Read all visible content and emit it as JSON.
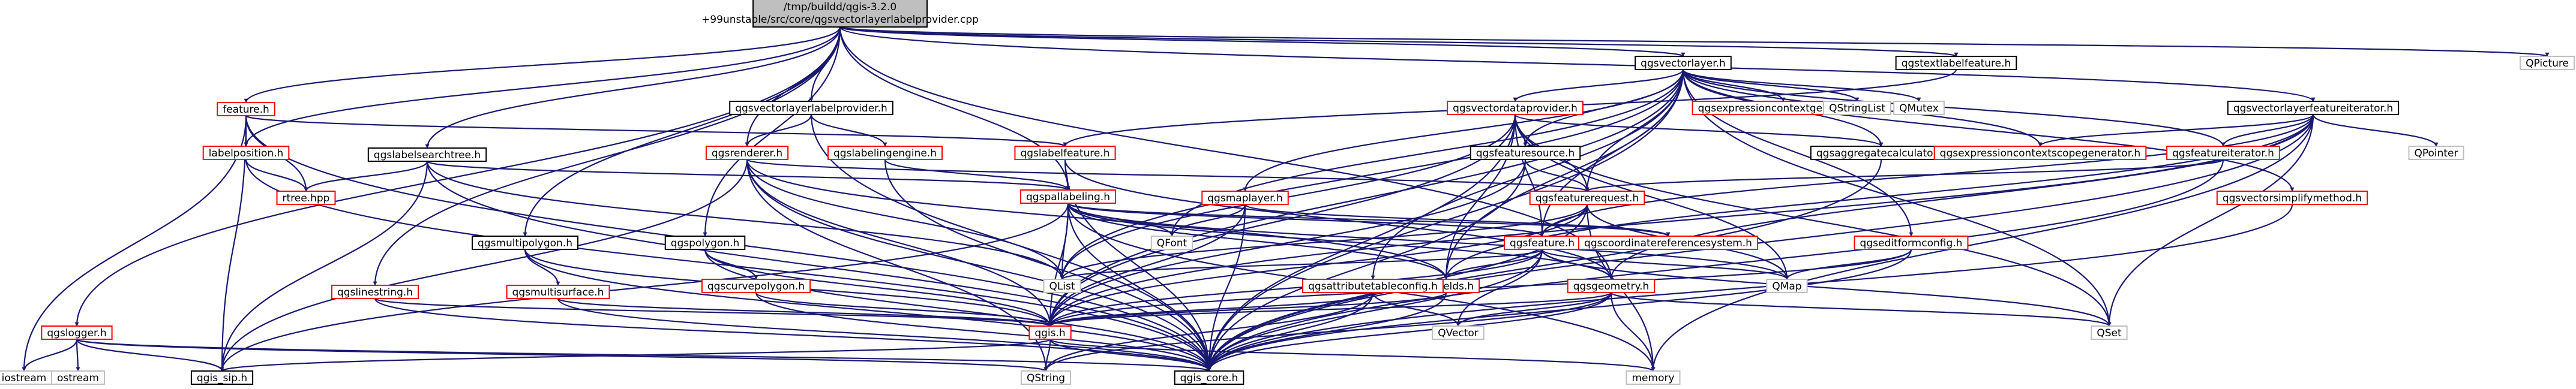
{
  "colors": {
    "edge": "#191970",
    "black_border": "#000000",
    "red_border": "#ff0000",
    "grey_border": "#bfbfbf",
    "root_fill": "#bfbfbf",
    "node_fill": "#ffffff",
    "text_red": "#cc0000",
    "text_black": "#000000"
  },
  "nodes": [
    {
      "id": "root",
      "label": "/tmp/buildd/qgis-3.2.0\n+99unstable/src/core/qgsvectorlayerlabelprovider.cpp",
      "style": "root"
    },
    {
      "id": "feature",
      "label": "feature.h",
      "style": "red"
    },
    {
      "id": "labelposition",
      "label": "labelposition.h",
      "style": "red"
    },
    {
      "id": "rtree",
      "label": "rtree.hpp",
      "style": "red"
    },
    {
      "id": "qgslabelsearchtree",
      "label": "qgslabelsearchtree.h",
      "style": "black"
    },
    {
      "id": "qgsvectorlayerlabelprovider_h",
      "label": "qgsvectorlayerlabelprovider.h",
      "style": "black"
    },
    {
      "id": "qgsrenderer",
      "label": "qgsrenderer.h",
      "style": "red"
    },
    {
      "id": "qgslabelingengine",
      "label": "qgslabelingengine.h",
      "style": "red"
    },
    {
      "id": "qgslabelfeature",
      "label": "qgslabelfeature.h",
      "style": "red"
    },
    {
      "id": "qgspallabeling",
      "label": "qgspallabeling.h",
      "style": "red"
    },
    {
      "id": "qgslogger",
      "label": "qgslogger.h",
      "style": "red"
    },
    {
      "id": "iostream",
      "label": "iostream",
      "style": "grey"
    },
    {
      "id": "ostream",
      "label": "ostream",
      "style": "grey"
    },
    {
      "id": "qgis_sip",
      "label": "qgis_sip.h",
      "style": "black"
    },
    {
      "id": "qgslinestring",
      "label": "qgslinestring.h",
      "style": "red"
    },
    {
      "id": "qgsmultipolygon",
      "label": "qgsmultipolygon.h",
      "style": "black"
    },
    {
      "id": "qgsmultisurface",
      "label": "qgsmultisurface.h",
      "style": "red"
    },
    {
      "id": "qgspolygon",
      "label": "qgspolygon.h",
      "style": "black"
    },
    {
      "id": "qgscurvepolygon",
      "label": "qgscurvepolygon.h",
      "style": "red"
    },
    {
      "id": "qgsmaplayer",
      "label": "qgsmaplayer.h",
      "style": "red"
    },
    {
      "id": "qfont",
      "label": "QFont",
      "style": "grey"
    },
    {
      "id": "qlist",
      "label": "QList",
      "style": "grey"
    },
    {
      "id": "qgsfields",
      "label": "qgsfields.h",
      "style": "red"
    },
    {
      "id": "qgsattributetableconfig",
      "label": "qgsattributetableconfig.h",
      "style": "red"
    },
    {
      "id": "qgis",
      "label": "qgis.h",
      "style": "red"
    },
    {
      "id": "qstring",
      "label": "QString",
      "style": "grey"
    },
    {
      "id": "qgis_core",
      "label": "qgis_core.h",
      "style": "black"
    },
    {
      "id": "memory",
      "label": "memory",
      "style": "grey"
    },
    {
      "id": "qvector",
      "label": "QVector",
      "style": "grey"
    },
    {
      "id": "qgsgeometry",
      "label": "qgsgeometry.h",
      "style": "red"
    },
    {
      "id": "qgsfeature",
      "label": "qgsfeature.h",
      "style": "red"
    },
    {
      "id": "qgsfeaturerequest",
      "label": "qgsfeaturerequest.h",
      "style": "red"
    },
    {
      "id": "qgsfeaturesource",
      "label": "qgsfeaturesource.h",
      "style": "black"
    },
    {
      "id": "qgsvectordataprovider",
      "label": "qgsvectordataprovider.h",
      "style": "red"
    },
    {
      "id": "qgsvectorlayer",
      "label": "qgsvectorlayer.h",
      "style": "black"
    },
    {
      "id": "qgsexpressioncontextgenerator",
      "label": "qgsexpressioncontextgenerator.h",
      "style": "red"
    },
    {
      "id": "qstringlist",
      "label": "QStringList",
      "style": "grey"
    },
    {
      "id": "qmutex",
      "label": "QMutex",
      "style": "grey"
    },
    {
      "id": "qgscoordinatereferencesystem",
      "label": "qgscoordinatereferencesystem.h",
      "style": "red"
    },
    {
      "id": "qmap",
      "label": "QMap",
      "style": "grey"
    },
    {
      "id": "qgseditformconfig",
      "label": "qgseditformconfig.h",
      "style": "red"
    },
    {
      "id": "qset",
      "label": "QSet",
      "style": "grey"
    },
    {
      "id": "qgsaggregatecalculator",
      "label": "qgsaggregatecalculator.h",
      "style": "black"
    },
    {
      "id": "qgsexpressioncontextscopegenerator",
      "label": "qgsexpressioncontextscopegenerator.h",
      "style": "red"
    },
    {
      "id": "qgsfeatureiterator",
      "label": "qgsfeatureiterator.h",
      "style": "red"
    },
    {
      "id": "qgsvectorsimplifymethod",
      "label": "qgsvectorsimplifymethod.h",
      "style": "red"
    },
    {
      "id": "qgstextlabelfeature",
      "label": "qgstextlabelfeature.h",
      "style": "black"
    },
    {
      "id": "qgsvectorlayerfeatureiterator",
      "label": "qgsvectorlayerfeatureiterator.h",
      "style": "black"
    },
    {
      "id": "qpointer",
      "label": "QPointer",
      "style": "grey"
    },
    {
      "id": "qpicture",
      "label": "QPicture",
      "style": "grey"
    }
  ],
  "edges": [
    [
      "root",
      "qgsvectorlayer"
    ],
    [
      "root",
      "qgstextlabelfeature"
    ],
    [
      "root",
      "qgsvectorlayerfeatureiterator"
    ],
    [
      "root",
      "qpicture"
    ],
    [
      "root",
      "feature"
    ],
    [
      "root",
      "labelposition"
    ],
    [
      "root",
      "qgsvectorlayerlabelprovider_h"
    ],
    [
      "root",
      "qgsrenderer"
    ],
    [
      "root",
      "qgspallabeling"
    ],
    [
      "root",
      "qgslabelsearchtree"
    ],
    [
      "root",
      "qgslogger"
    ],
    [
      "root",
      "qgsmultipolygon"
    ],
    [
      "root",
      "qgspolygon"
    ],
    [
      "root",
      "qgslinestring"
    ],
    [
      "root",
      "qgsgeometry"
    ],
    [
      "feature",
      "labelposition"
    ],
    [
      "feature",
      "rtree"
    ],
    [
      "feature",
      "qgslabelfeature"
    ],
    [
      "feature",
      "iostream"
    ],
    [
      "feature",
      "qgis_core"
    ],
    [
      "feature",
      "qgis_sip"
    ],
    [
      "labelposition",
      "rtree"
    ],
    [
      "labelposition",
      "qgis_core"
    ],
    [
      "qgslabelsearchtree",
      "rtree"
    ],
    [
      "qgslabelsearchtree",
      "qgis_sip"
    ],
    [
      "qgslabelsearchtree",
      "qgis_core"
    ],
    [
      "qgslabelsearchtree",
      "qlist"
    ],
    [
      "qgslabelsearchtree",
      "qgspallabeling"
    ],
    [
      "qgsvectorlayerlabelprovider_h",
      "qgsrenderer"
    ],
    [
      "qgsvectorlayerlabelprovider_h",
      "qgslabelingengine"
    ],
    [
      "qgsvectorlayerlabelprovider_h",
      "qgis_core"
    ],
    [
      "qgsrenderer",
      "qgis_sip"
    ],
    [
      "qgsrenderer",
      "qgis_core"
    ],
    [
      "qgsrenderer",
      "qgis"
    ],
    [
      "qgsrenderer",
      "qgsfields"
    ],
    [
      "qgsrenderer",
      "qgsfeaturerequest"
    ],
    [
      "qgsrenderer",
      "qlist"
    ],
    [
      "qgsrenderer",
      "qstring"
    ],
    [
      "qgslabelingengine",
      "qgspallabeling"
    ],
    [
      "qgslabelingengine",
      "qgis_core"
    ],
    [
      "qgslabelfeature",
      "qgspallabeling"
    ],
    [
      "qgslabelfeature",
      "qgis_core"
    ],
    [
      "qgslabelfeature",
      "qgsgeometry"
    ],
    [
      "qgspallabeling",
      "qgis_sip"
    ],
    [
      "qgspallabeling",
      "qfont"
    ],
    [
      "qgspallabeling",
      "qlist"
    ],
    [
      "qgspallabeling",
      "qgsfields"
    ],
    [
      "qgspallabeling",
      "qgis"
    ],
    [
      "qgspallabeling",
      "qgis_core"
    ],
    [
      "qgspallabeling",
      "qgsfeature"
    ],
    [
      "qgspallabeling",
      "qgscoordinatereferencesystem"
    ],
    [
      "qgspallabeling",
      "qgsgeometry"
    ],
    [
      "qgspallabeling",
      "qmap"
    ],
    [
      "qgspallabeling",
      "memory"
    ],
    [
      "qgslogger",
      "iostream"
    ],
    [
      "qgslogger",
      "ostream"
    ],
    [
      "qgslogger",
      "qgis_sip"
    ],
    [
      "qgslogger",
      "qgis_core"
    ],
    [
      "qgslogger",
      "qstring"
    ],
    [
      "qgslinestring",
      "qgis"
    ],
    [
      "qgslinestring",
      "qgis_core"
    ],
    [
      "qgsmultipolygon",
      "qgsmultisurface"
    ],
    [
      "qgsmultipolygon",
      "qgis"
    ],
    [
      "qgsmultipolygon",
      "qgis_core"
    ],
    [
      "qgsmultisurface",
      "qgis"
    ],
    [
      "qgsmultisurface",
      "qgis_core"
    ],
    [
      "qgspolygon",
      "qgscurvepolygon"
    ],
    [
      "qgspolygon",
      "qgis"
    ],
    [
      "qgspolygon",
      "qgis_core"
    ],
    [
      "qgscurvepolygon",
      "qgis"
    ],
    [
      "qgscurvepolygon",
      "qgis_core"
    ],
    [
      "qgsmaplayer",
      "qgis"
    ],
    [
      "qgsmaplayer",
      "qgis_core"
    ],
    [
      "qgsmaplayer",
      "qfont"
    ],
    [
      "qgsmaplayer",
      "qgscoordinatereferencesystem"
    ],
    [
      "qgsfields",
      "qgis"
    ],
    [
      "qgsfields",
      "qgis_core"
    ],
    [
      "qgsattributetableconfig",
      "qgis"
    ],
    [
      "qgsattributetableconfig",
      "qgis_core"
    ],
    [
      "qgsattributetableconfig",
      "qvector"
    ],
    [
      "qgsattributetableconfig",
      "qstring"
    ],
    [
      "qgis",
      "qgis_sip"
    ],
    [
      "qgis",
      "qgis_core"
    ],
    [
      "qgis",
      "qstring"
    ],
    [
      "qgis",
      "memory"
    ],
    [
      "qgsgeometry",
      "qgis"
    ],
    [
      "qgsgeometry",
      "qgis_core"
    ],
    [
      "qgsgeometry",
      "qvector"
    ],
    [
      "qgsgeometry",
      "qset"
    ],
    [
      "qgsgeometry",
      "memory"
    ],
    [
      "qgsgeometry",
      "qstring"
    ],
    [
      "qgsgeometry",
      "qgsfeature"
    ],
    [
      "qgsfeature",
      "qgsfields"
    ],
    [
      "qgsfeature",
      "qgis"
    ],
    [
      "qgsfeature",
      "qgis_core"
    ],
    [
      "qgsfeature",
      "qgsgeometry"
    ],
    [
      "qgsfeature",
      "qmap"
    ],
    [
      "qgsfeature",
      "qlist"
    ],
    [
      "qgsfeature",
      "qvector"
    ],
    [
      "qgsfeature",
      "qset"
    ],
    [
      "qgsfeaturerequest",
      "qgsfeature"
    ],
    [
      "qgsfeaturerequest",
      "qgis_core"
    ],
    [
      "qgsfeaturerequest",
      "qgis"
    ],
    [
      "qgsfeaturerequest",
      "qmap"
    ],
    [
      "qgsfeaturerequest",
      "qlist"
    ],
    [
      "qgsfeaturerequest",
      "memory"
    ],
    [
      "qgsfeaturesource",
      "qgsfeaturerequest"
    ],
    [
      "qgsfeaturesource",
      "qgis"
    ],
    [
      "qgsfeaturesource",
      "qgis_core"
    ],
    [
      "qgsvectordataprovider",
      "qgsfeaturesource"
    ],
    [
      "qgsvectordataprovider",
      "qgsfeature"
    ],
    [
      "qgsvectordataprovider",
      "qgsfeaturerequest"
    ],
    [
      "qgsvectordataprovider",
      "qgsaggregatecalculator"
    ],
    [
      "qgsvectordataprovider",
      "qgis_core"
    ],
    [
      "qgsvectordataprovider",
      "qlist"
    ],
    [
      "qgsvectordataprovider",
      "qset"
    ],
    [
      "qgsvectordataprovider",
      "qmap"
    ],
    [
      "qgsvectordataprovider",
      "qgis"
    ],
    [
      "qgsvectordataprovider",
      "qgsfields"
    ],
    [
      "qgsvectorlayer",
      "qgsvectordataprovider"
    ],
    [
      "qgsvectorlayer",
      "qgsmaplayer"
    ],
    [
      "qgsvectorlayer",
      "qgsfeature"
    ],
    [
      "qgsvectorlayer",
      "qgsfeaturesource"
    ],
    [
      "qgsvectorlayer",
      "qgsfeaturerequest"
    ],
    [
      "qgsvectorlayer",
      "qgsexpressioncontextgenerator"
    ],
    [
      "qgsvectorlayer",
      "qstringlist"
    ],
    [
      "qgsvectorlayer",
      "qmutex"
    ],
    [
      "qgsvectorlayer",
      "qgsaggregatecalculator"
    ],
    [
      "qgsvectorlayer",
      "qgsexpressioncontextscopegenerator"
    ],
    [
      "qgsvectorlayer",
      "qgsfeatureiterator"
    ],
    [
      "qgsvectorlayer",
      "qgsvectorsimplifymethod"
    ],
    [
      "qgsvectorlayer",
      "qgseditformconfig"
    ],
    [
      "qgsvectorlayer",
      "qgsattributetableconfig"
    ],
    [
      "qgsvectorlayer",
      "qgis"
    ],
    [
      "qgsvectorlayer",
      "qgis_core"
    ],
    [
      "qgsvectorlayer",
      "qset"
    ],
    [
      "qgsvectorlayer",
      "qlist"
    ],
    [
      "qgsvectorlayer",
      "qfont"
    ],
    [
      "qgsvectorlayer",
      "qgsfields"
    ],
    [
      "qgseditformconfig",
      "qgis_core"
    ],
    [
      "qgseditformconfig",
      "qmap"
    ],
    [
      "qgseditformconfig",
      "qgis"
    ],
    [
      "qgsaggregatecalculator",
      "qgis_core"
    ],
    [
      "qgsfeatureiterator",
      "qgsfeaturerequest"
    ],
    [
      "qgsfeatureiterator",
      "qgis_core"
    ],
    [
      "qgsvectorsimplifymethod",
      "qgis_core"
    ],
    [
      "qgstextlabelfeature",
      "qgslabelfeature"
    ],
    [
      "qgsvectorlayerfeatureiterator",
      "qgsfeatureiterator"
    ],
    [
      "qgsvectorlayerfeatureiterator",
      "qpointer"
    ],
    [
      "qgsvectorlayerfeatureiterator",
      "qset"
    ],
    [
      "qgsvectorlayerfeatureiterator",
      "qgsexpressioncontextscopegenerator"
    ],
    [
      "qgsvectorlayerfeatureiterator",
      "qgis_core"
    ],
    [
      "qgsvectorlayerfeatureiterator",
      "memory"
    ],
    [
      "qgsvectorlayerfeatureiterator",
      "qgsfeature"
    ],
    [
      "qgsvectorlayerfeatureiterator",
      "qgsfields"
    ],
    [
      "qgsvectorlayerfeatureiterator",
      "qgsgeometry"
    ],
    [
      "qgsvectorlayerfeatureiterator",
      "qgis"
    ]
  ]
}
